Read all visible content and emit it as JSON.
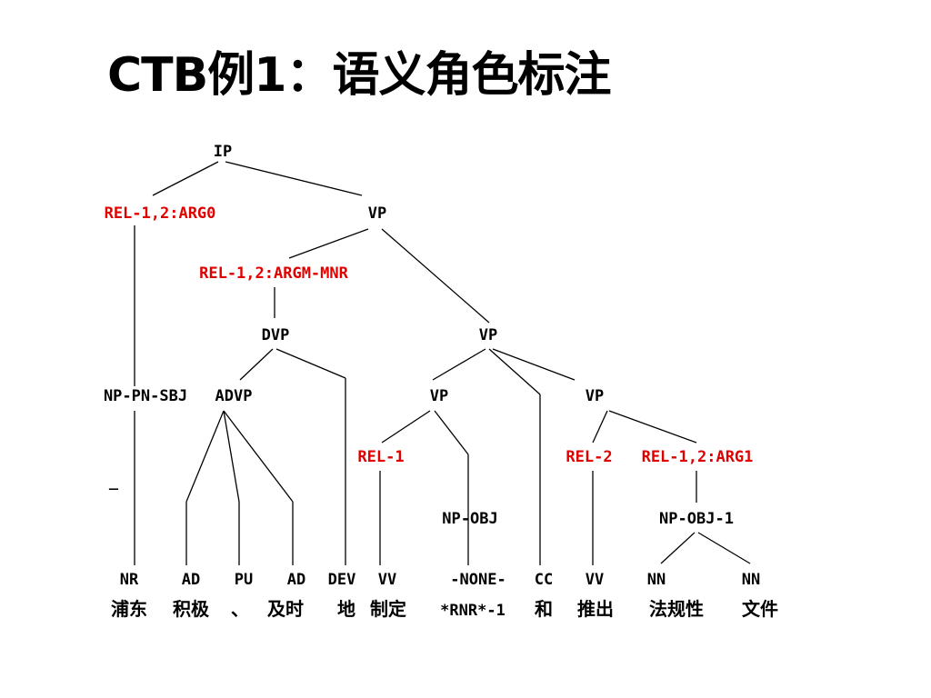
{
  "title": "CTB例1：语义角色标注",
  "colors": {
    "text": "#000000",
    "semantic_role": "#e00000"
  },
  "nodes": {
    "ip": "IP",
    "rel_arg0": "REL-1,2:ARG0",
    "vp_top": "VP",
    "rel_argm_mnr": "REL-1,2:ARGM-MNR",
    "dvp": "DVP",
    "vp_mid": "VP",
    "np_pn_sbj": "NP-PN-SBJ",
    "advp": "ADVP",
    "vp_left": "VP",
    "vp_right": "VP",
    "dash": "_",
    "rel_1": "REL-1",
    "rel_2": "REL-2",
    "rel_arg1": "REL-1,2:ARG1",
    "np_obj": "NP-OBJ",
    "np_obj_1": "NP-OBJ-1"
  },
  "pos_tags": [
    "NR",
    "AD",
    "PU",
    "AD",
    "DEV",
    "VV",
    "-NONE-",
    "CC",
    "VV",
    "NN",
    "NN"
  ],
  "words": [
    "浦东",
    "积极",
    "、",
    "及时",
    "地",
    "制定",
    "*RNR*-1",
    "和",
    "推出",
    "法规性",
    "文件"
  ]
}
